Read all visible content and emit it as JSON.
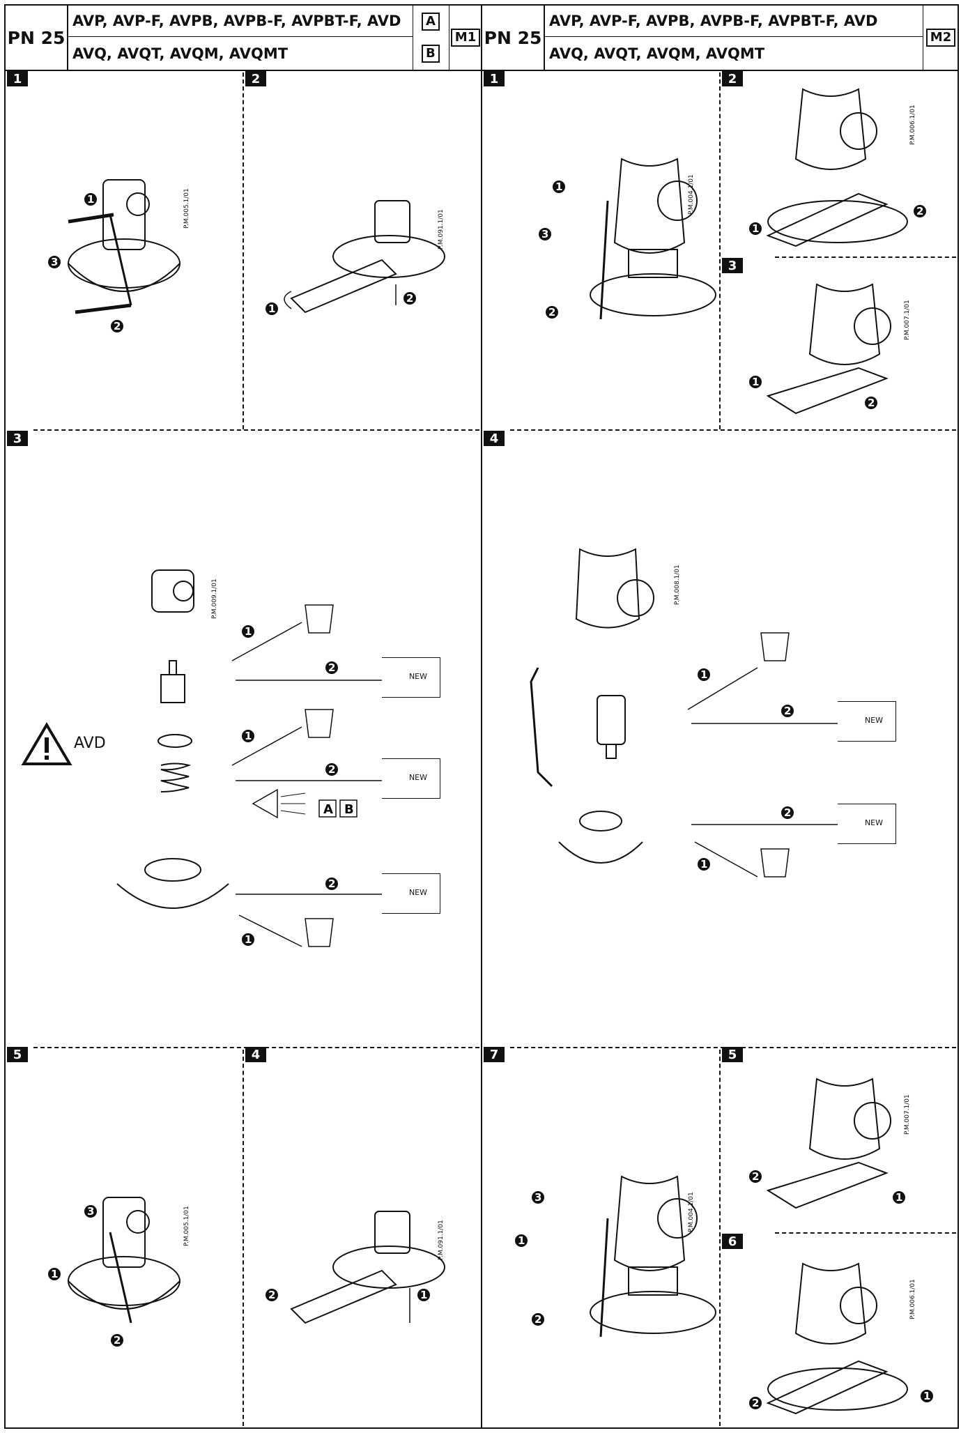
{
  "left": {
    "pn": "PN 25",
    "row1": "AVP, AVP-F, AVPB, AVPB-F, AVPBT-F, AVD",
    "row2": "AVQ, AVQT,  AVQM, AVQMT",
    "badge_a": "A",
    "badge_b": "B",
    "code": "M1",
    "steps": [
      "1",
      "2",
      "3",
      "5",
      "4"
    ],
    "refs": [
      "P.M.005.1/01",
      "P.M.091.1/01",
      "P.M.009.1/01",
      "P.M.005.1/01",
      "P.M.091.1/01"
    ],
    "avd_label": "AVD",
    "new_label": "NEW",
    "eye_a": "A",
    "eye_b": "B"
  },
  "right": {
    "pn": "PN 25",
    "row1": "AVP, AVP-F, AVPB, AVPB-F, AVPBT-F, AVD",
    "row2": "AVQ, AVQT,  AVQM, AVQMT",
    "code": "M2",
    "steps": [
      "1",
      "2",
      "3",
      "4",
      "7",
      "5",
      "6"
    ],
    "refs": [
      "P.M.004.1/01",
      "P.M.006.1/01",
      "P.M.007.1/01",
      "P.M.008.1/01",
      "P.M.004.1/01",
      "P.M.007.1/01",
      "P.M.006.1/01"
    ],
    "new_label": "NEW"
  },
  "callouts": [
    "1",
    "2",
    "3"
  ]
}
